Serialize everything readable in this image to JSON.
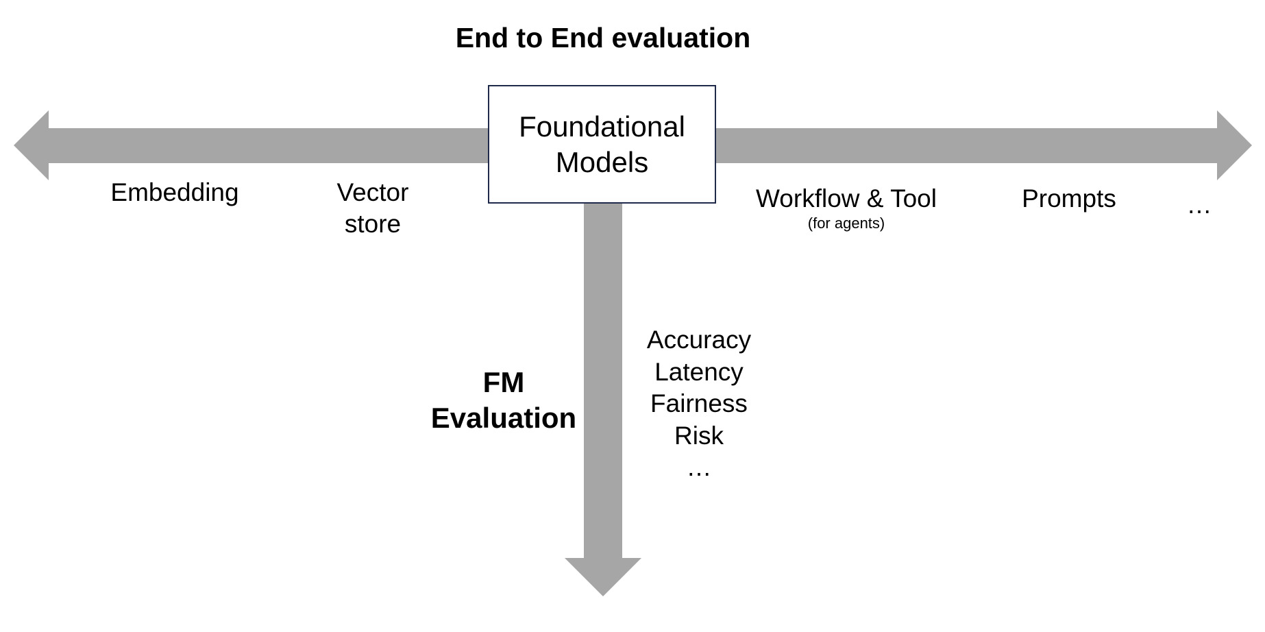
{
  "title": "End to End evaluation",
  "center_box": {
    "line1": "Foundational",
    "line2": "Models"
  },
  "horizontal_axis": {
    "items": [
      {
        "lines": [
          "Embedding"
        ]
      },
      {
        "lines": [
          "Vector",
          "store"
        ]
      },
      {
        "lines": [
          "Workflow & Tool"
        ],
        "note": "(for agents)"
      },
      {
        "lines": [
          "Prompts"
        ]
      },
      {
        "lines": [
          "…"
        ]
      }
    ]
  },
  "vertical_axis": {
    "label_line1": "FM",
    "label_line2": "Evaluation",
    "metrics": [
      "Accuracy",
      "Latency",
      "Fairness",
      "Risk",
      "…"
    ]
  },
  "colors": {
    "arrow": "#a6a6a6",
    "box_border": "#1f2a4a",
    "text": "#000000",
    "background": "#ffffff"
  }
}
